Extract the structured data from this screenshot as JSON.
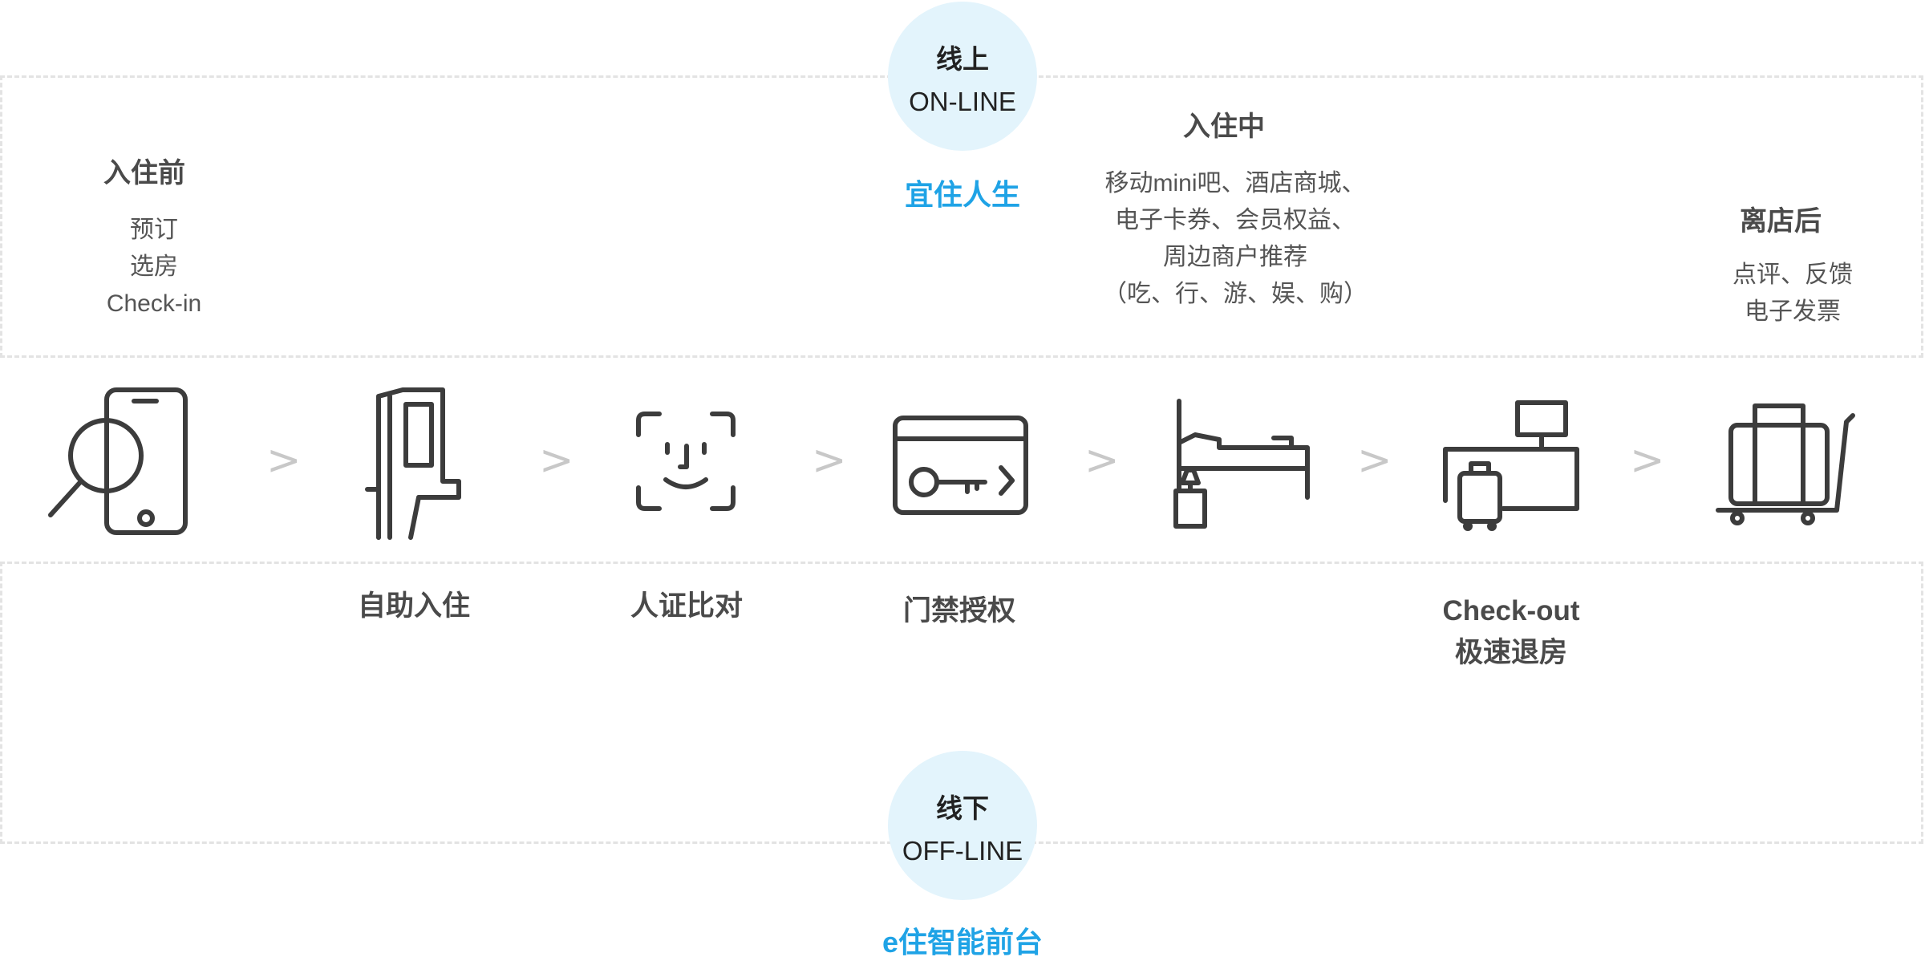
{
  "online": {
    "title": "线上",
    "subtitle": "ON-LINE",
    "brand": "宜住人生"
  },
  "offline": {
    "title": "线下",
    "subtitle": "OFF-LINE",
    "brand": "e住智能前台"
  },
  "stages": {
    "before": {
      "title": "入住前",
      "lines": [
        "预订",
        "选房",
        "Check-in"
      ]
    },
    "during": {
      "title": "入住中",
      "lines": [
        "移动mini吧、酒店商城、",
        "电子卡券、会员权益、",
        "周边商户推荐",
        "（吃、行、游、娱、购）"
      ]
    },
    "after": {
      "title": "离店后",
      "lines": [
        "点评、反馈",
        "电子发票"
      ]
    }
  },
  "steps": [
    {
      "icon": "phone-search-icon",
      "label": []
    },
    {
      "icon": "kiosk-icon",
      "label": [
        "自助入住"
      ]
    },
    {
      "icon": "face-scan-icon",
      "label": [
        "人证比对"
      ]
    },
    {
      "icon": "key-card-icon",
      "label": [
        "门禁授权"
      ]
    },
    {
      "icon": "hotel-bed-icon",
      "label": []
    },
    {
      "icon": "checkout-desk-icon",
      "label": [
        "Check-out",
        "极速退房"
      ]
    },
    {
      "icon": "luggage-cart-icon",
      "label": []
    }
  ],
  "separator": ">",
  "colors": {
    "accent": "#1fa3e6",
    "circle": "#e3f4fc",
    "dash": "#e3e3e3",
    "icon": "#3c3c3c",
    "separator": "#c8c8c8"
  }
}
